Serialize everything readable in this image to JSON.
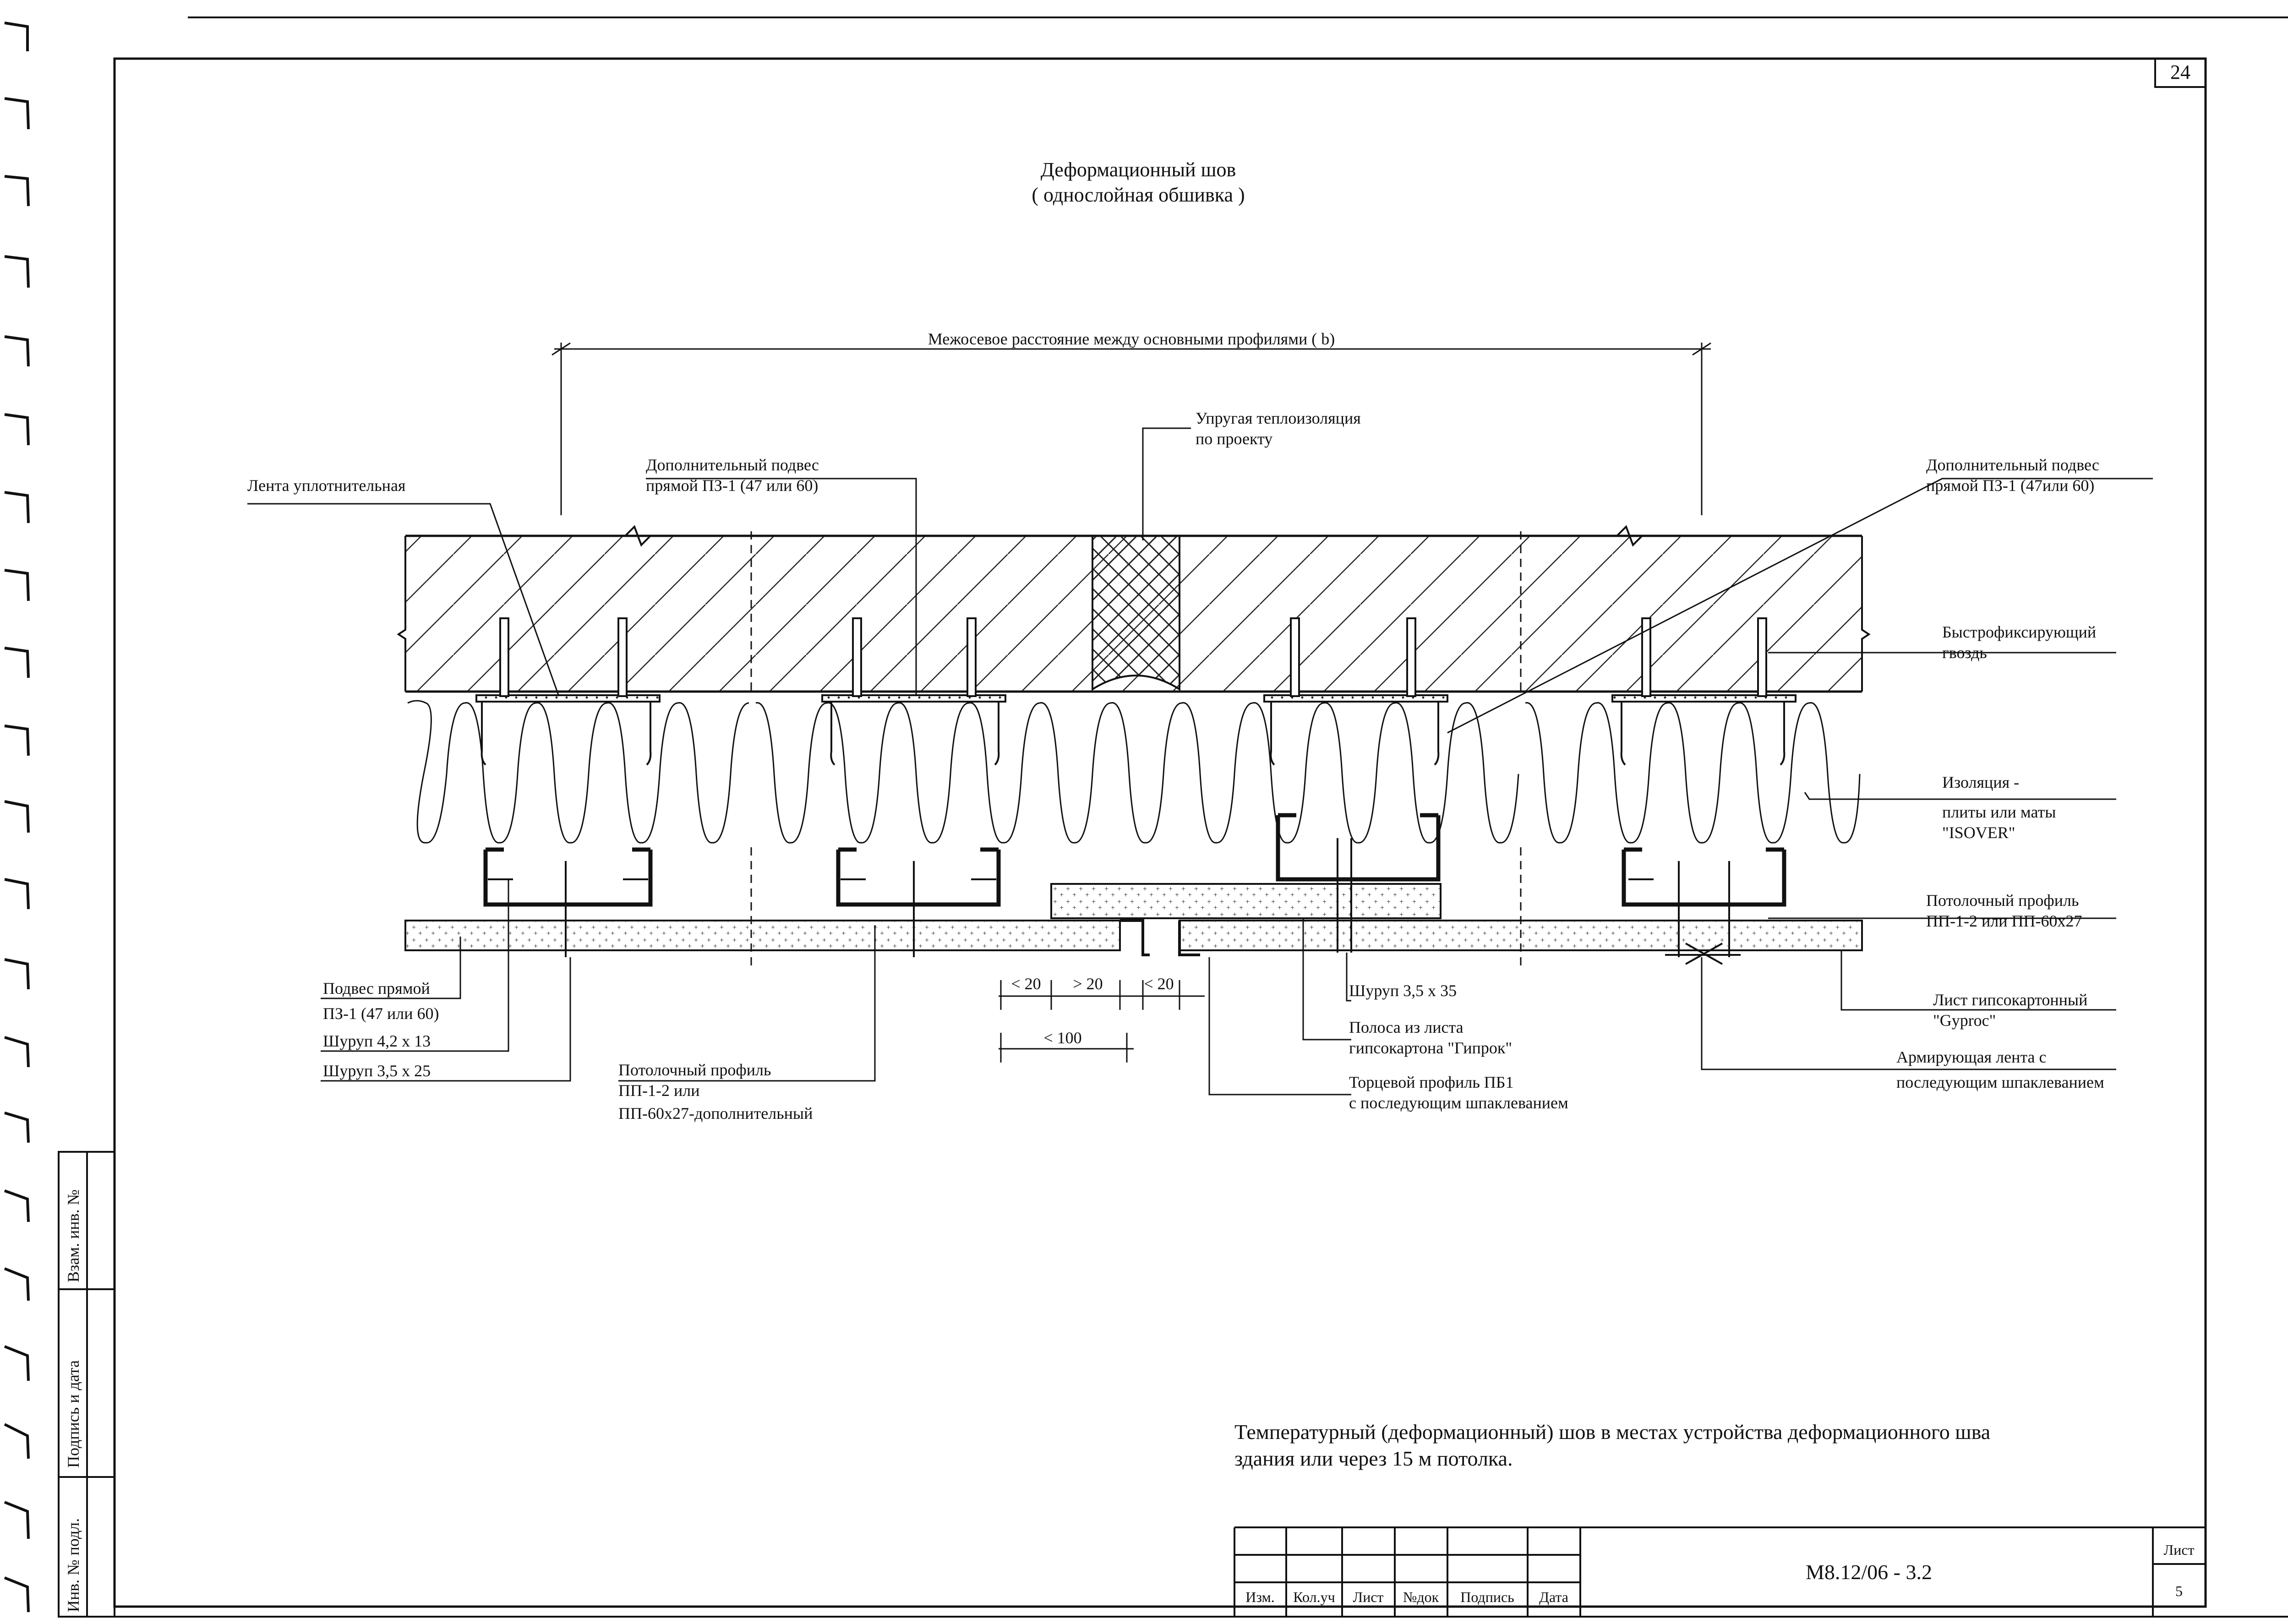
{
  "title": {
    "line1": "Деформационный шов",
    "line2": "( однослойная обшивка )"
  },
  "sheet_top_number": "24",
  "dimension_top": "Межосевое расстояние между основными профилями ( b)",
  "labels": {
    "lenta": "Лента уплотнительная",
    "podves_dop_left_1": "Дополнительный подвес",
    "podves_dop_left_2": "прямой ПЗ-1 (47 или 60)",
    "izol_center_1": "Упругая теплоизоляция",
    "izol_center_2": "по проекту",
    "podves_dop_right_1": "Дополнительный подвес",
    "podves_dop_right_2": "прямой ПЗ-1 (47или 60)",
    "gvozd_1": "Быстрофиксирующий",
    "gvozd_2": "гвоздь",
    "isover_1": "Изоляция -",
    "isover_2": "плиты или маты",
    "isover_3": "\"ISOVER\"",
    "profile_right_1": "Потолочный профиль",
    "profile_right_2": "ПП-1-2 или ПП-60х27",
    "podves_1": "Подвес прямой",
    "podves_2": "ПЗ-1 (47 или 60)",
    "shurup_42": "Шуруп 4,2 х 13",
    "shurup_35x25": "Шуруп 3,5 х 25",
    "profile_left_1": "Потолочный профиль",
    "profile_left_2": "ПП-1-2 или",
    "profile_left_3": "ПП-60х27-дополнительный",
    "dim_a": "< 20",
    "dim_b": "> 20",
    "dim_c": "< 20",
    "dim_d": "< 100",
    "shurup_35x35": "Шуруп 3,5 х 35",
    "polosa_1": "Полоса из листа",
    "polosa_2": "гипсокартона \"Гипрок\"",
    "torcevoy_1": "Торцевой профиль ПБ1",
    "torcevoy_2": "с последующим шпаклеванием",
    "gkl_1": "Лист гипсокартонный",
    "gkl_2": "\"Gyproc\"",
    "armir_1": "Армирующая лента с",
    "armir_2": "последующим шпаклеванием"
  },
  "note": {
    "line1": "Температурный (деформационный) шов  в местах устройства деформационного шва",
    "line2": "здания или через 15 м потолка."
  },
  "side_stamp": {
    "vzam": "Взам. инв. №",
    "podpis": "Подпись и дата",
    "inv": "Инв. № подл."
  },
  "title_block": {
    "cols": [
      "Изм.",
      "Кол.уч",
      "Лист",
      "№док",
      "Подпись",
      "Дата"
    ],
    "code": "М8.12/06 - 3.2",
    "sheet_label": "Лист",
    "sheet_number": "5"
  }
}
